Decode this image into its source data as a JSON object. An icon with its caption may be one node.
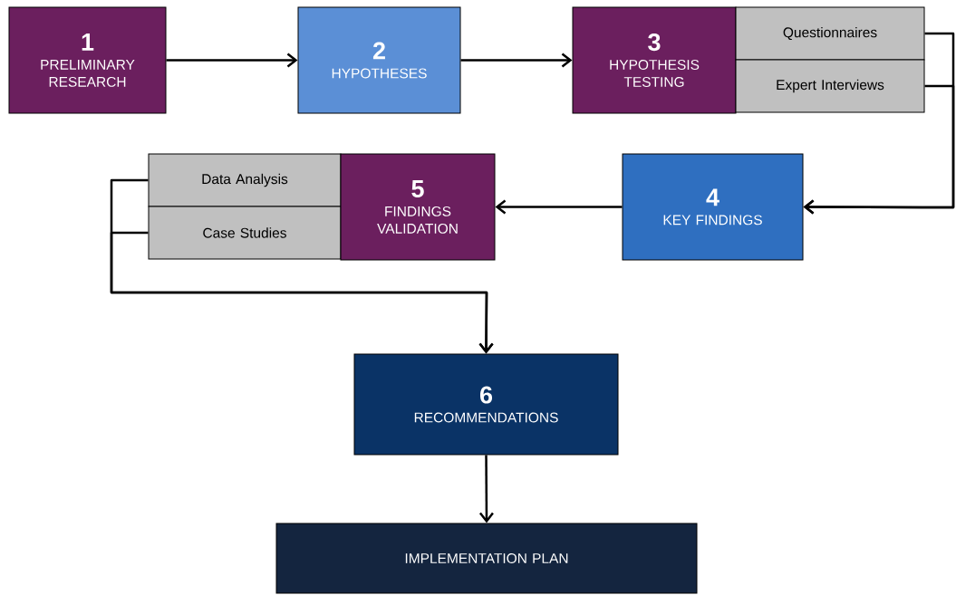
{
  "diagram": {
    "nodes": [
      {
        "text": [
          "1",
          "PRELIMINARY RESEARCH"
        ]
      },
      {
        "text": [
          "2",
          "HYPOTHESES"
        ]
      },
      {
        "text": [
          "3",
          "HYPOTHESIS TESTING"
        ]
      },
      {
        "text": [
          "Questionnaires"
        ]
      },
      {
        "text": [
          "Expert Interviews"
        ]
      },
      {
        "text": [
          "4",
          "KEY FINDINGS"
        ]
      },
      {
        "text": [
          "Data Analysis"
        ]
      },
      {
        "text": [
          "Case Studies"
        ]
      },
      {
        "text": [
          "5",
          "FINDINGS VALIDATION"
        ]
      },
      {
        "text": [
          "6",
          "RECOMMENDATIONS"
        ]
      },
      {
        "text": [
          "IMPLEMENTATION PLAN"
        ]
      }
    ],
    "edges": [
      {
        "from": 0,
        "to": 1,
        "arrow": "to"
      },
      {
        "from": 1,
        "to": 2,
        "arrow": "to"
      },
      {
        "from": 3,
        "to": 5,
        "arrow": "to"
      },
      {
        "from": 4,
        "to": 5,
        "arrow": "to"
      },
      {
        "from": 5,
        "to": 8,
        "arrow": "to"
      },
      {
        "from": 6,
        "to": 9,
        "arrow": "to"
      },
      {
        "from": 7,
        "to": 9,
        "arrow": "to"
      },
      {
        "from": 9,
        "to": 10,
        "arrow": "to"
      }
    ]
  }
}
